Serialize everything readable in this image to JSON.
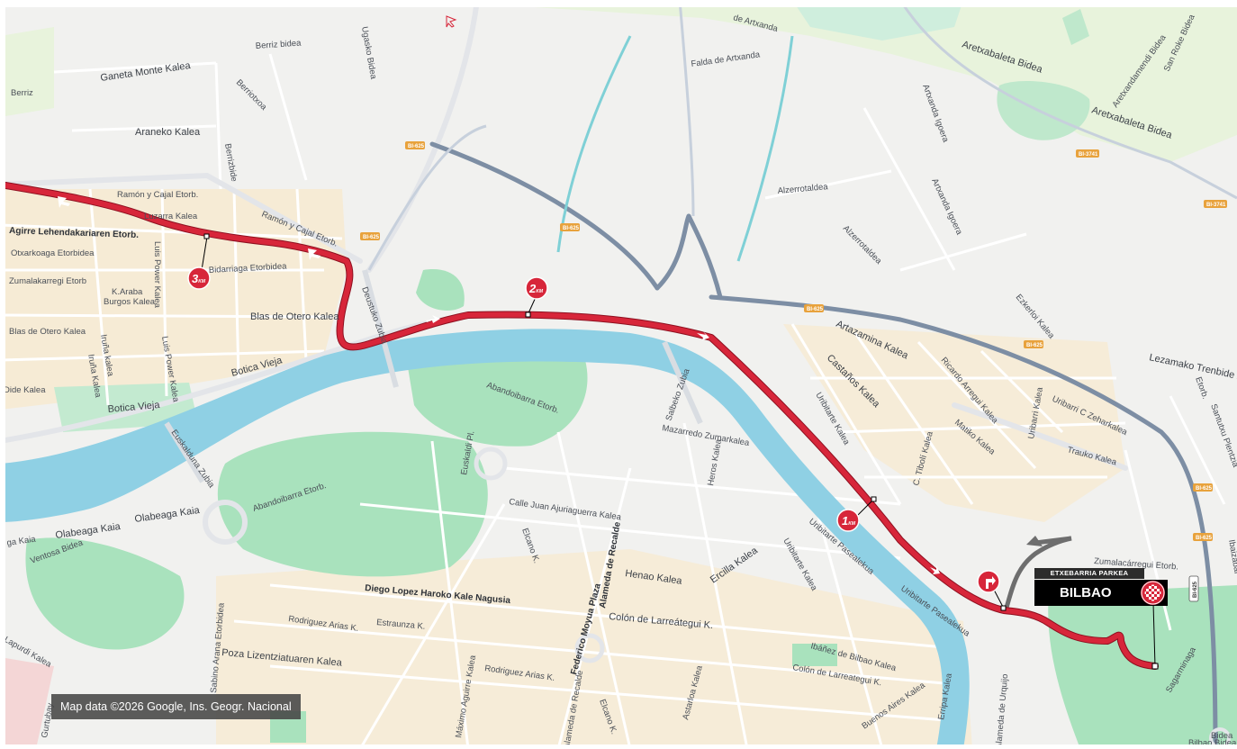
{
  "map": {
    "streets": [
      {
        "text": "Berriz bidea"
      },
      {
        "text": "Ganeta Monte Kalea"
      },
      {
        "text": "Berriotxoa"
      },
      {
        "text": "Araneko Kalea"
      },
      {
        "text": "Berrizbide"
      },
      {
        "text": "Ugasko Bidea"
      },
      {
        "text": "Ramón y Cajal Etorb."
      },
      {
        "text": "Luzarra Kalea"
      },
      {
        "text": "Ramón y Cajal Etorb."
      },
      {
        "text": "Agirre Lehendakariaren Etorb."
      },
      {
        "text": "Luis Power Kalea"
      },
      {
        "text": "Zumalakarregi Etorb"
      },
      {
        "text": "Bidarriaga Etorbidea"
      },
      {
        "text": "Otxarkoaga Etorbidea"
      },
      {
        "text": "K.Araba"
      },
      {
        "text": "Burgos Kalea"
      },
      {
        "text": "Blas de Otero Kalea"
      },
      {
        "text": "Blas de Otero Kalea"
      },
      {
        "text": "Iruña kalea"
      },
      {
        "text": "Iruña Kalea"
      },
      {
        "text": "Luis Power Kalea"
      },
      {
        "text": "Botica Vieja"
      },
      {
        "text": "Botica Vieja"
      },
      {
        "text": "Deustuko Zubia"
      },
      {
        "text": "Falda de Artxanda"
      },
      {
        "text": "de Artxanda"
      },
      {
        "text": "Artxanda Igoera"
      },
      {
        "text": "Artxanda Igoera"
      },
      {
        "text": "Alzerrotaldea"
      },
      {
        "text": "Aretxabaleta Bidea"
      },
      {
        "text": "Aretxabaleta Bidea"
      },
      {
        "text": "San Roke Bidea"
      },
      {
        "text": "Aretxandamendi Bidea"
      },
      {
        "text": "Alzerrotaldea"
      },
      {
        "text": "Artazamina Kalea"
      },
      {
        "text": "Castaños Kalea"
      },
      {
        "text": "Uribitarte Kalea"
      },
      {
        "text": "Ricardo Arregui Kalea"
      },
      {
        "text": "Ezkerloi Kalea"
      },
      {
        "text": "Lezamako Trenbide Zaharra"
      },
      {
        "text": "Uribarri C Zeharkalea"
      },
      {
        "text": "Uribarri Kalea"
      },
      {
        "text": "Matiko Kalea"
      },
      {
        "text": "Trauko Kalea"
      },
      {
        "text": "C. Tibolí Kalea"
      },
      {
        "text": "Santutxu Plentzia"
      },
      {
        "text": "Salbeko Zubia"
      },
      {
        "text": "Abandoibarra Etorb."
      },
      {
        "text": "Mazarredo Zumarkalea"
      },
      {
        "text": "Heros Kalea"
      },
      {
        "text": "Euskaldi Pl."
      },
      {
        "text": "Calle Juan Ajuriaguerra Kalea"
      },
      {
        "text": "Abandoibarra Etorb."
      },
      {
        "text": "Euskalduna Zubia"
      },
      {
        "text": "Olabeaga Kaia"
      },
      {
        "text": "Olabeaga Kaia"
      },
      {
        "text": "ga Kaia"
      },
      {
        "text": "Ventosa Bidea"
      },
      {
        "text": "Elcano K."
      },
      {
        "text": "Alameda de Recalde"
      },
      {
        "text": "Henao Kalea"
      },
      {
        "text": "Ercilla Kalea"
      },
      {
        "text": "Uribitarte Pasealekua"
      },
      {
        "text": "Uribitarte Pasealekua"
      },
      {
        "text": "Uribitarte Kalea"
      },
      {
        "text": "Diego Lopez Haroko Kale Nagusia"
      },
      {
        "text": "Colón de Larreátegui K."
      },
      {
        "text": "Rodriguez Arias K."
      },
      {
        "text": "Estraunza K."
      },
      {
        "text": "Poza Lizentziatuaren Kalea"
      },
      {
        "text": "Máximo Aguirre Kalea"
      },
      {
        "text": "Rodriguez Arias K."
      },
      {
        "text": "Federico Moyua Plaza"
      },
      {
        "text": "Elcano K."
      },
      {
        "text": "Alameda de Recalde"
      },
      {
        "text": "Astarloa Kalea"
      },
      {
        "text": "Ibáñez de Bilbao Kalea"
      },
      {
        "text": "Colón de Larreategui K."
      },
      {
        "text": "Buenos Aires Kalea"
      },
      {
        "text": "Erripa Kalea"
      },
      {
        "text": "Alameda de Urquijo"
      },
      {
        "text": "Sabino Arana Etorbidea"
      },
      {
        "text": "Gurtubay"
      },
      {
        "text": "Zumalacárregui Etorb."
      },
      {
        "text": "Lapurdi Kalea"
      },
      {
        "text": "Bilbao Bidea"
      },
      {
        "text": "Sagarminaga"
      },
      {
        "text": "Bidea"
      },
      {
        "text": "Etorb."
      },
      {
        "text": "Berriz"
      },
      {
        "text": "Dide Kalea"
      },
      {
        "text": "Ibaizabal"
      }
    ],
    "road_shields": [
      "BI-625",
      "BI-625",
      "BI-625",
      "BI-625",
      "BI-625",
      "BI-625",
      "BI-625",
      "BI-3741",
      "BI-3741",
      "BI-625"
    ],
    "km_markers": [
      {
        "km": "3",
        "unit": "KM"
      },
      {
        "km": "2",
        "unit": "KM"
      },
      {
        "km": "1",
        "unit": "KM"
      }
    ],
    "finish": {
      "sublabel": "ETXEBARRIA PARKEA",
      "town": "BILBAO"
    },
    "attribution": "Map data ©2026 Google, Ins. Geogr. Nacional",
    "colors": {
      "route": "#d7263a",
      "route_outline": "#8e1020",
      "river": "#8fd0e4",
      "park": "#a9e2bd",
      "urban": "#f7ead0",
      "highway": "#7d8ea4",
      "finish_box": "#000000"
    }
  }
}
